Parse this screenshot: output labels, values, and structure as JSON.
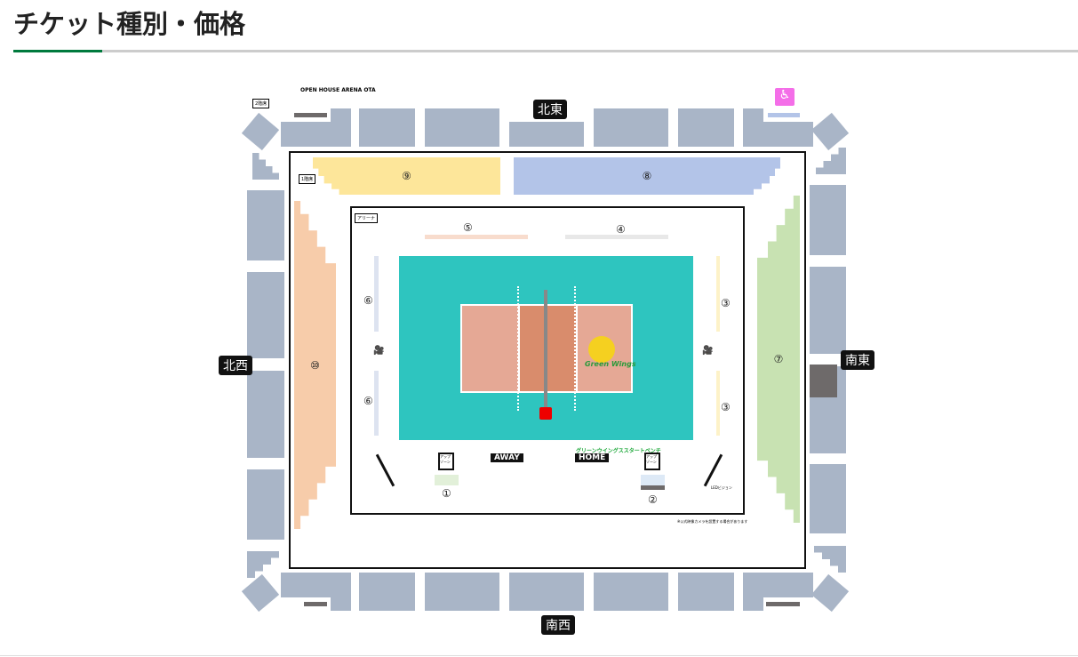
{
  "page_title": "チケット種別・価格",
  "map": {
    "venue": "OPEN HOUSE ARENA OTA",
    "floor2": "2階席",
    "floor1": "1階席",
    "arena": "アリーナ",
    "directions": {
      "north_east": "北東",
      "north_west": "北西",
      "south_east": "南東",
      "south_west": "南西"
    },
    "sections": {
      "s1": "①",
      "s2": "②",
      "s3": "③",
      "s4": "④",
      "s5": "⑤",
      "s6": "⑥",
      "s7": "⑦",
      "s8": "⑧",
      "s9": "⑨",
      "s10": "⑩"
    },
    "away": "AWAY",
    "home": "HOME",
    "home_bench": "グリーンウイングススタートベンチ",
    "led": "LEDビジョン",
    "note": "※公式映像カメラを設置する場合があります",
    "mascot_text": "Green Wings",
    "sign": "アップゾーン",
    "wheelchair_icon": "wheelchair-icon",
    "colors": {
      "seat": "#a9b5c7",
      "s9": "#fde69a",
      "s8": "#b3c4e8",
      "s10": "#f7ccaa",
      "s7": "#c8e2b2",
      "court": "#2ec5bf",
      "inner": "#e5a895",
      "center": "#d98c6c"
    }
  }
}
